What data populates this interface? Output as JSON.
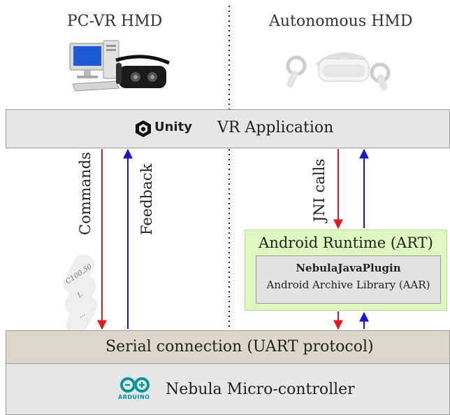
{
  "header": {
    "left_title": "PC-VR HMD",
    "right_title": "Autonomous HMD"
  },
  "vr_app": {
    "unity_logo_text": "Unity",
    "label": "VR Application"
  },
  "left_channel": {
    "commands_label": "Commands",
    "feedback_label": "Feedback",
    "command_examples": [
      "C100,50",
      "L",
      "..."
    ]
  },
  "right_channel": {
    "jni_label": "JNI calls"
  },
  "art": {
    "title": "Android Runtime (ART)",
    "plugin_name": "NebulaJavaPlugin",
    "plugin_desc": "Android Archive Library (AAR)"
  },
  "serial": {
    "label": "Serial connection (UART protocol)"
  },
  "mcu": {
    "arduino_logo_text": "ARDUINO",
    "label": "Nebula Micro-controller"
  },
  "colors": {
    "down_arrow": "#e8191e",
    "up_arrow": "#1a12d6",
    "serial_bar": "#dcd7ca",
    "art_box": "#ddf7bf",
    "arduino": "#00979d"
  }
}
